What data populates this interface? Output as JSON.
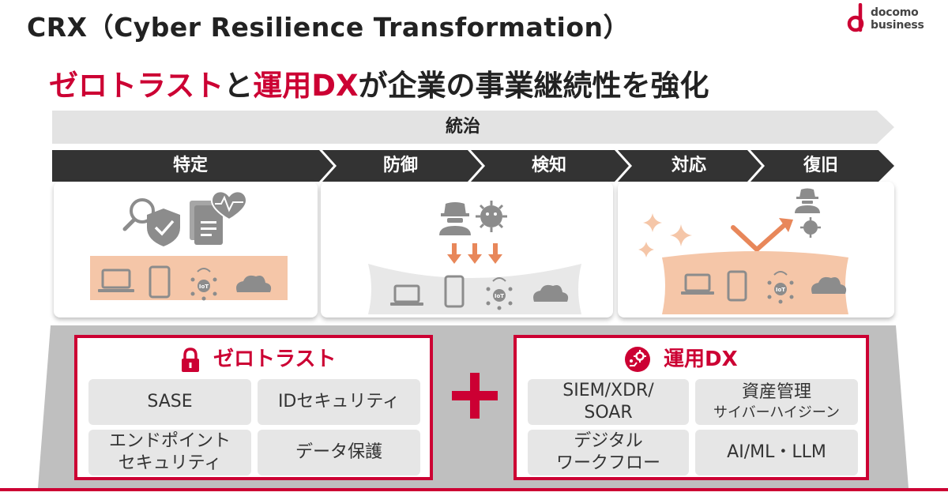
{
  "header": {
    "title": "CRX（Cyber Resilience Transformation）",
    "logo_line1": "docomo",
    "logo_line2": "business"
  },
  "subtitle": {
    "part1": "ゼロトラスト",
    "part2": "と",
    "part3": "運用DX",
    "part4": "が企業の事業継続性を強化"
  },
  "governance": {
    "label": "統治"
  },
  "phases": [
    "特定",
    "防御",
    "検知",
    "対応",
    "復旧"
  ],
  "zero_trust": {
    "title": "ゼロトラスト",
    "items": [
      {
        "lines": [
          "SASE"
        ]
      },
      {
        "lines": [
          "IDセキュリティ"
        ]
      },
      {
        "lines": [
          "エンドポイント",
          "セキュリティ"
        ]
      },
      {
        "lines": [
          "データ保護"
        ]
      }
    ]
  },
  "ops_dx": {
    "title": "運用DX",
    "items": [
      {
        "lines": [
          "SIEM/XDR/",
          "SOAR"
        ]
      },
      {
        "main": "資産管理",
        "sub": "サイバーハイジーン"
      },
      {
        "lines": [
          "デジタル",
          "ワークフロー"
        ]
      },
      {
        "lines": [
          "AI/ML・LLM"
        ]
      }
    ]
  },
  "device_labels": {
    "iot": "IoT"
  },
  "colors": {
    "brand_red": "#cc0033",
    "dark_bar": "#333333",
    "arrow_gray": "#e3e3e3",
    "base_gray": "#bfbfbf",
    "salmon": "#f5c6a8",
    "orange": "#e8875a",
    "icon_gray": "#8c8c8c"
  },
  "icons": [
    "magnifier-shield-icon",
    "document-heart-icon",
    "hacker-icon",
    "virus-icon",
    "laptop-icon",
    "smartphone-icon",
    "iot-hub-icon",
    "cloud-icon",
    "sparkle-icon",
    "lock-icon",
    "gear-workflow-icon",
    "plus-icon"
  ]
}
